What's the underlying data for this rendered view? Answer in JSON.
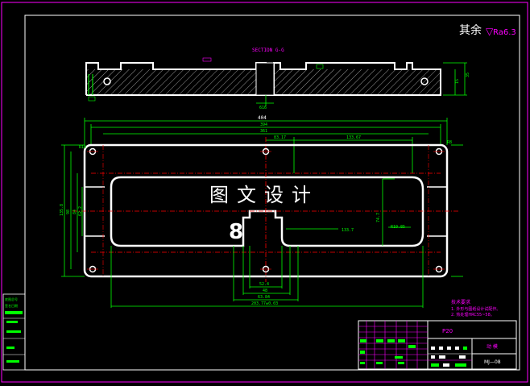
{
  "roughness": {
    "label": "其余",
    "symbol": "▽",
    "value": "Ra6.3"
  },
  "section_title": "SECTION G-G",
  "watermark": "图文设计",
  "section_mark": "8",
  "dims": {
    "width_top": "404",
    "w394": "394",
    "w361": "361",
    "w8317": "83.17",
    "w13367": "133.67",
    "depth616": "616",
    "h_left": "R10",
    "r68": "R8",
    "w524": "52.4",
    "w48": "48",
    "w6384": "63.84",
    "w_bottom": "203.77±0.03",
    "r133": "133.7",
    "r8": "R8",
    "r1085": "R10.85",
    "h747": "74.7",
    "v1": "135.8",
    "v2": "98",
    "v3": "84",
    "v4": "62.2",
    "h35": "35",
    "h15": "15",
    "h62": "62"
  },
  "notes": {
    "title": "技术要求",
    "line1": "1. 外形与图纸设计试配作。",
    "line2": "2. 热处理HRC55~58。"
  },
  "title_block": {
    "material": "P20",
    "part_name": "动 模",
    "drawing_no": "MJ—08"
  },
  "side_strip": {
    "label1": "底图总号",
    "label2": "签名日期"
  },
  "colors": {
    "frame": "#ff00ff",
    "outline": "#ffffff",
    "dimension": "#00ff00",
    "center": "#ff0000",
    "hatch": "#ffffff",
    "magenta": "#ff00ff",
    "cyan": "#00ffff"
  }
}
